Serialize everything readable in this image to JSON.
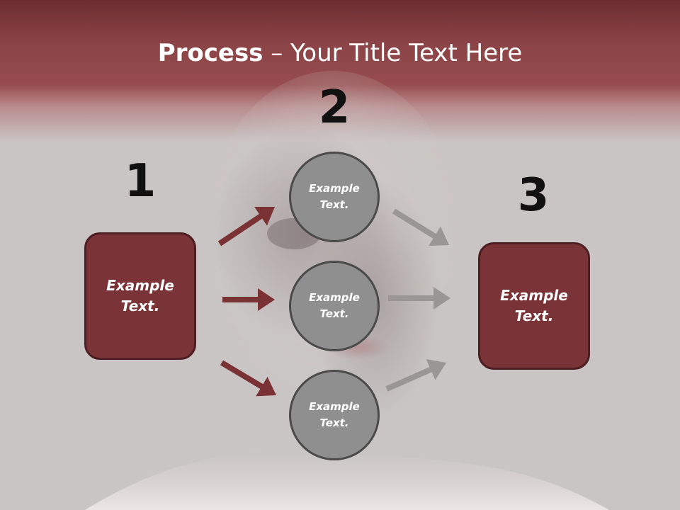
{
  "title": {
    "bold": "Process",
    "rest": " – Your Title Text Here"
  },
  "steps": [
    {
      "number": "1",
      "text": "Example\nText."
    },
    {
      "number": "2",
      "text": "Example\nText."
    },
    {
      "number": "3",
      "text": "Example\nText."
    }
  ],
  "circles": [
    {
      "text": "Example\nText."
    },
    {
      "text": "Example\nText."
    },
    {
      "text": "Example\nText."
    }
  ],
  "colors": {
    "header": "#8a4346",
    "box_fill": "#7a3336",
    "box_border": "#4e1f22",
    "circle_fill": "#8f8f8f",
    "arrow_in": "#7b3235",
    "arrow_out": "#9a9696"
  }
}
